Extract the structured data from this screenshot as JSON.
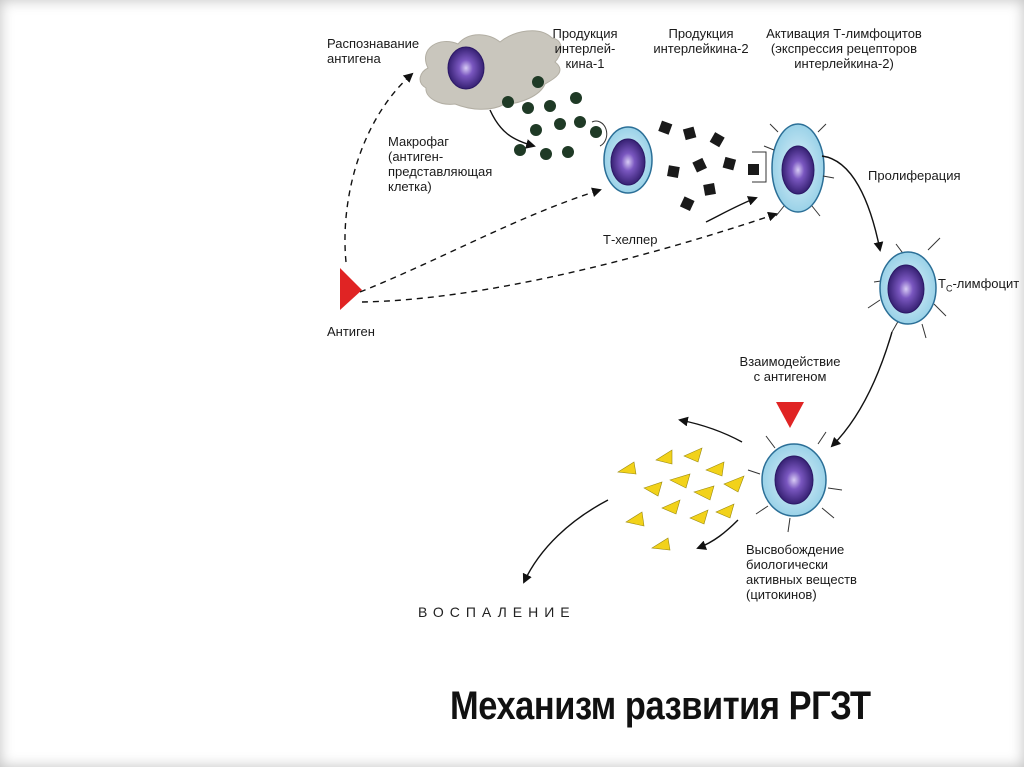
{
  "labels": {
    "recognition": "Распознавание\nантигена",
    "il1": "Продукция\nинтерлей-\nкина-1",
    "il2": "Продукция\nинтерлейкина-2",
    "activation": "Активация Т-лимфоцитов\n(экспрессия рецепторов\nинтерлейкина-2)",
    "macrophage": "Макрофаг\n(антиген-\nпредставляющая\nклетка)",
    "proliferation": "Пролиферация",
    "t_helper": "Т-хелпер",
    "antigen": "Антиген",
    "tc_prefix": "Т",
    "tc_sub": "C",
    "tc_suffix": "-лимфоцит",
    "interaction": "Взаимодействие\nс антигеном",
    "release": "Высвобождение\nбиологически\nактивных веществ\n(цитокинов)",
    "inflammation": "ВОСПАЛЕНИЕ"
  },
  "title": "Механизм развития РГЗТ",
  "colors": {
    "antigen": "#e02424",
    "nucleus": "#4b2a8a",
    "cell_body": "#a9d8ec",
    "cell_outline": "#2b6f97",
    "macrophage": "#c9c6bd",
    "cytokine": "#f2d21a"
  }
}
